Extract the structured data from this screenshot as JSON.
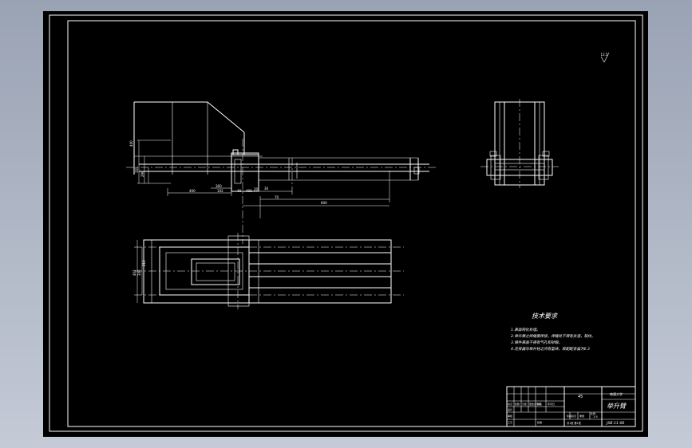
{
  "drawing": {
    "surface_mark": "12.5",
    "side_view_dims": [
      "440",
      "355",
      "290",
      "400",
      "360",
      "102",
      "40",
      "400",
      "20",
      "30",
      "70",
      "600"
    ],
    "top_view_dims": [
      "402",
      "346",
      "210"
    ],
    "notes_title": "技术要求",
    "notes": [
      "1.表面钝化处理。",
      "2.举升臂之焊缝需焊接，焊缝处不得有夹渣，裂纹。",
      "3.铸件表面不得有气孔和砂眼。",
      "4.连接器与举升柱之间有垫块，装配配合面为6.3"
    ]
  },
  "title_block": {
    "part_name": "举升臂",
    "drawing_no": "JSB-11-00",
    "material": "45",
    "company": "南通大学",
    "scale": "1:5",
    "row_labels": [
      "标记",
      "处数",
      "分区",
      "更改文件号",
      "签名",
      "年月日"
    ],
    "role_labels": [
      "设计",
      "审核",
      "工艺",
      "批准"
    ],
    "stage_labels": [
      "阶段标记",
      "重量",
      "比例"
    ],
    "sheet": "共1张 第1张"
  },
  "colors": {
    "background": "#000000",
    "lines": "#ffffff",
    "window": "#9aa3b4"
  }
}
